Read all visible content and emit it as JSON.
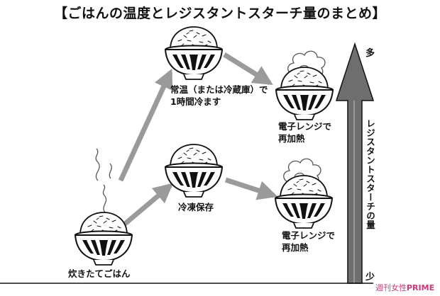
{
  "title": "【ごはんの温度とレジスタントスターチ量のまとめ】",
  "stages": {
    "freshly_cooked": "炊きたてごはん",
    "room_temp_line1": "常温（または冷蔵庫）で",
    "room_temp_line2": "1時間冷ます",
    "reheat_upper_line1": "電子レンジで",
    "reheat_upper_line2": "再加熱",
    "frozen": "冷凍保存",
    "reheat_lower_line1": "電子レンジで",
    "reheat_lower_line2": "再加熱"
  },
  "axis": {
    "label": "レジスタントスターチの量",
    "top": "多",
    "bottom": "少"
  },
  "watermark": {
    "prefix": "週刊女性",
    "suffix": "PRIME"
  },
  "colors": {
    "arrow_gray": "#9a9a9a",
    "axis_fill": "#6e6e6e",
    "ink": "#111111",
    "watermark": "#c93a7a"
  }
}
